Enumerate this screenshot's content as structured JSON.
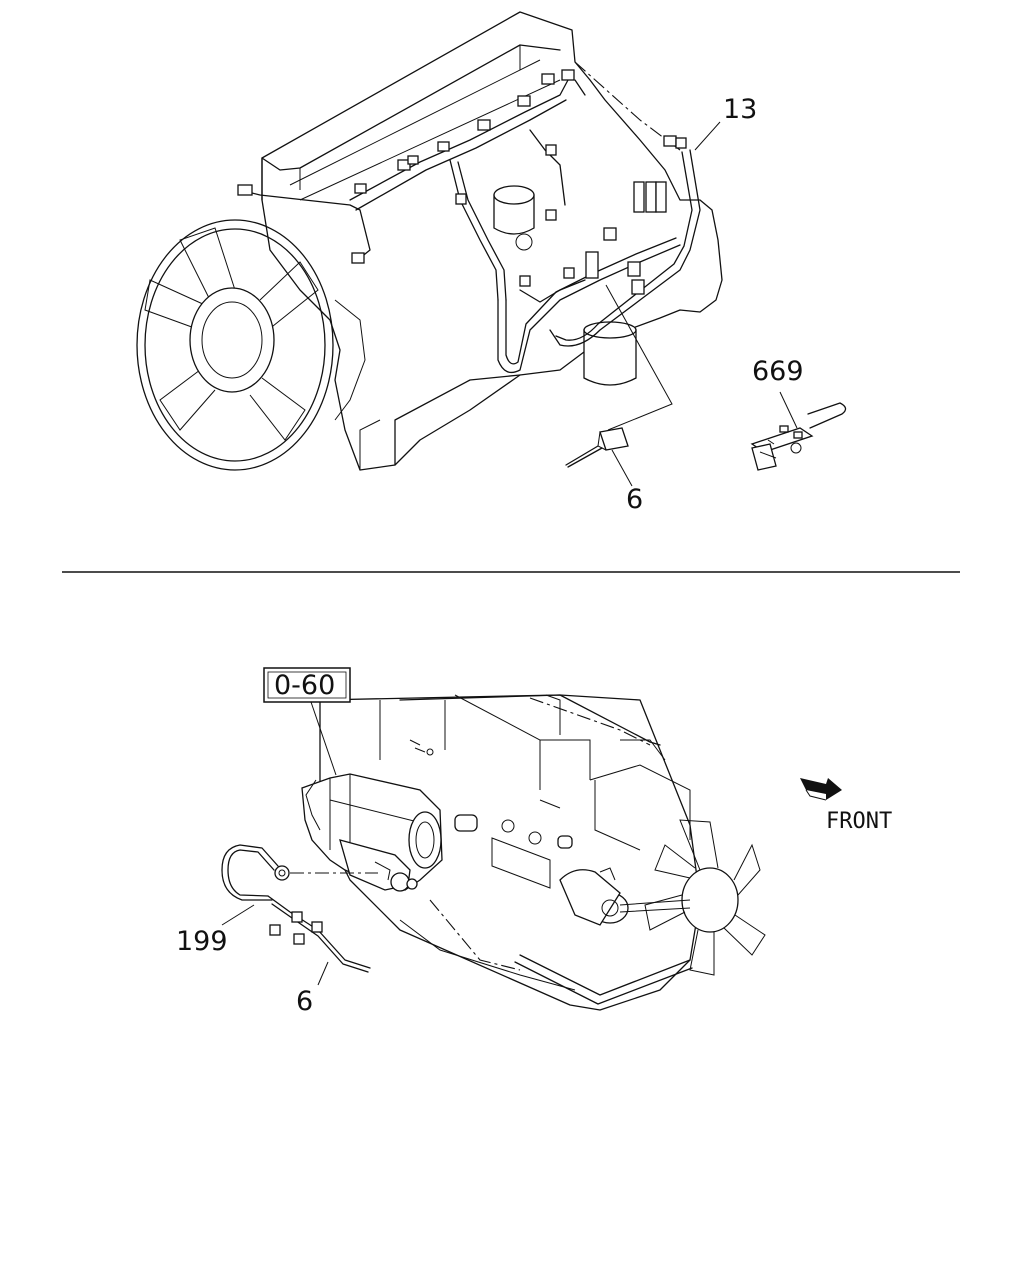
{
  "callouts": {
    "harness_13": "13",
    "part_669": "669",
    "part_6_top": "6",
    "ref_0_60": "0-60",
    "harness_199": "199",
    "part_6_bottom": "6"
  },
  "direction": {
    "label": "FRONT"
  },
  "icons": [
    "front-arrow-icon"
  ]
}
